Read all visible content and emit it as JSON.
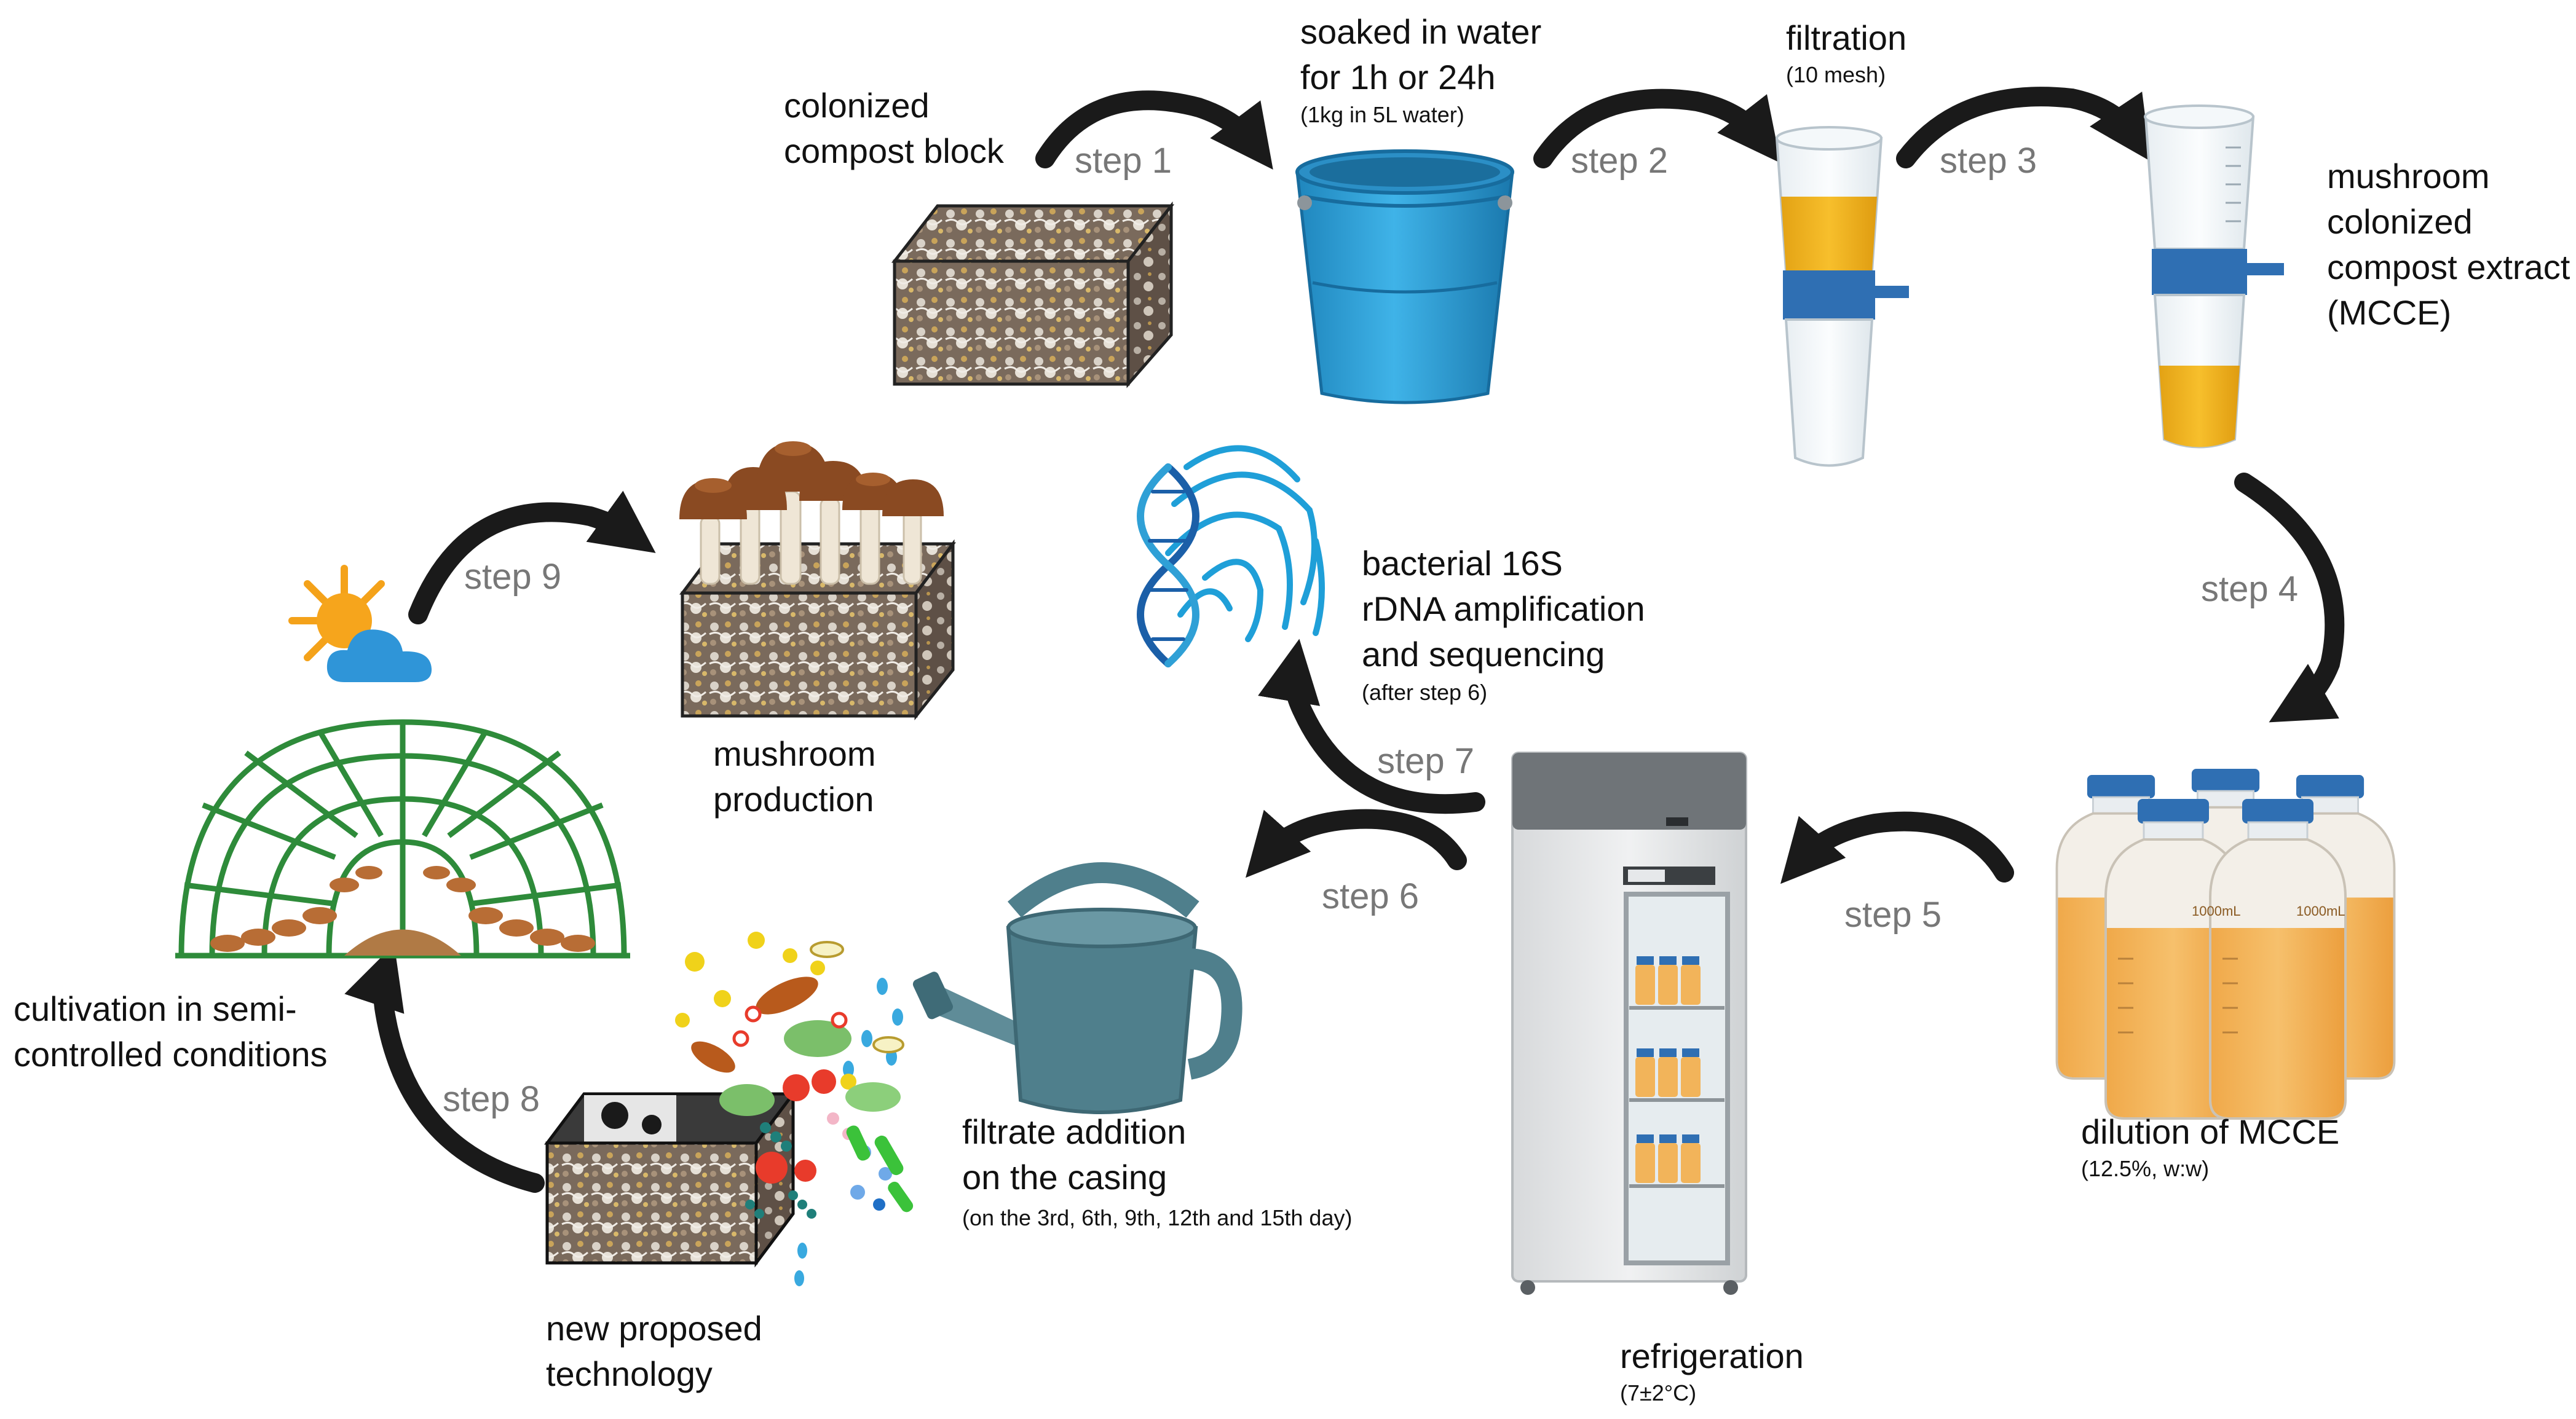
{
  "labels": {
    "colonized_block": [
      "colonized",
      "compost block"
    ],
    "soaked": [
      "soaked in water",
      "for 1h or 24h"
    ],
    "soaked_sub": "(1kg in 5L water)",
    "filtration": "filtration",
    "filtration_sub": "(10 mesh)",
    "mcce": [
      "mushroom",
      "colonized",
      "compost extract",
      "(MCCE)"
    ],
    "dilution": "dilution of MCCE",
    "dilution_sub": "(12.5%, w:w)",
    "refrigeration": "refrigeration",
    "refrigeration_sub": "(7±2°C)",
    "sequencing": [
      "bacterial 16S",
      "rDNA amplification",
      "and sequencing"
    ],
    "sequencing_sub": "(after step 6)",
    "filtrate": [
      "filtrate addition",
      "on the casing"
    ],
    "filtrate_sub": "(on the 3rd, 6th, 9th, 12th and 15th day)",
    "new_tech": [
      "new proposed",
      "technology"
    ],
    "cultivation": [
      "cultivation in semi-",
      "controlled conditions"
    ],
    "mushroom_production": [
      "mushroom",
      "production"
    ]
  },
  "steps": [
    "step 1",
    "step 2",
    "step 3",
    "step 4",
    "step 5",
    "step 6",
    "step 7",
    "step 8",
    "step 9"
  ],
  "bottle_label": "1000mL",
  "colors": {
    "arrow": "#1a1a1a",
    "step_text": "#777777",
    "bucket": "#2fa0d6",
    "extract": "#f2b11a",
    "filter_band": "#2f6fb3",
    "greenhouse": "#2e8b3a",
    "mushroom_cap": "#8a4a22",
    "dna": "#1f9fd8",
    "watering_can": "#4f7f8c"
  }
}
